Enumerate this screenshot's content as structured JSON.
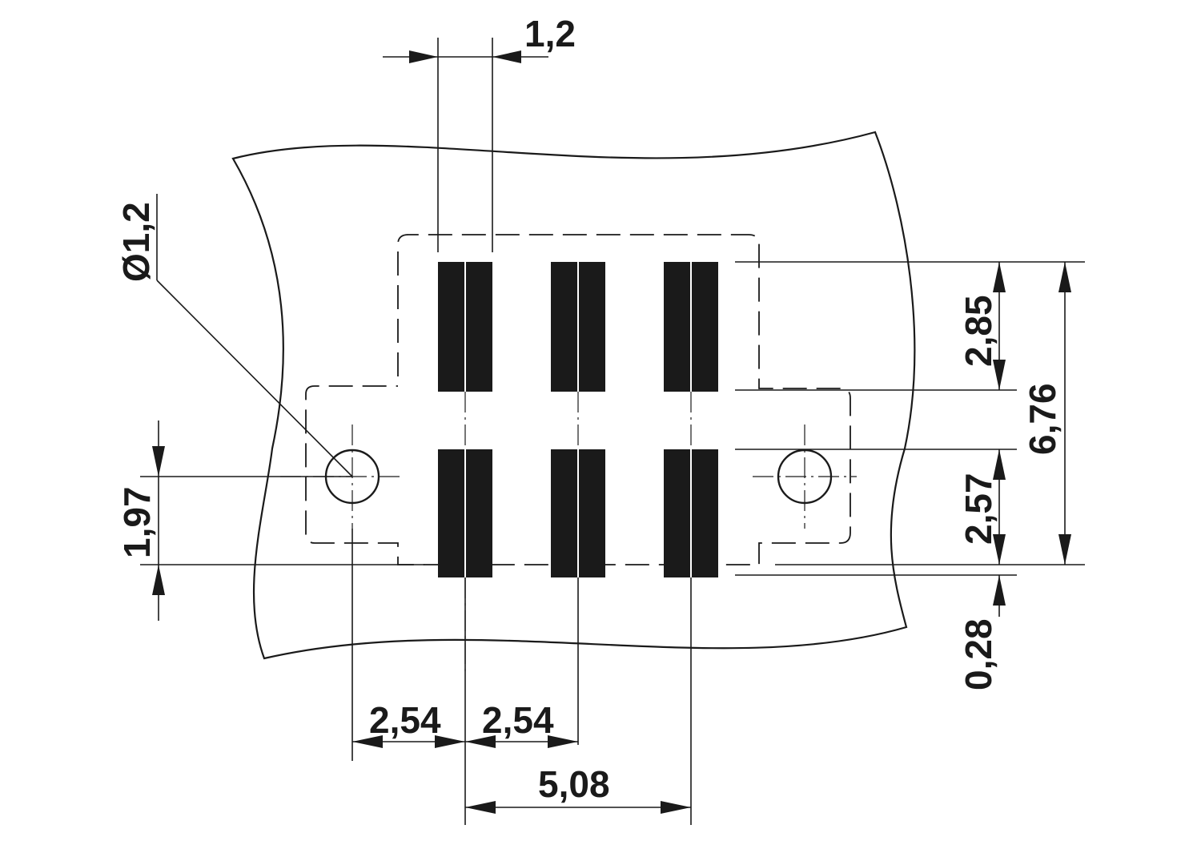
{
  "drawing": {
    "colors": {
      "ink": "#1a1a1a",
      "paper": "#ffffff"
    },
    "dimensions": {
      "pad_width": "1,2",
      "hole_diameter": "Ø1,2",
      "upper_row_height": "2,85",
      "total_height": "6,76",
      "lower_row_height": "2,57",
      "offset_bottom": "0,28",
      "hole_height": "1,97",
      "pitch_left": "2,54",
      "pitch_right": "2,54",
      "double_pitch": "5,08"
    }
  }
}
